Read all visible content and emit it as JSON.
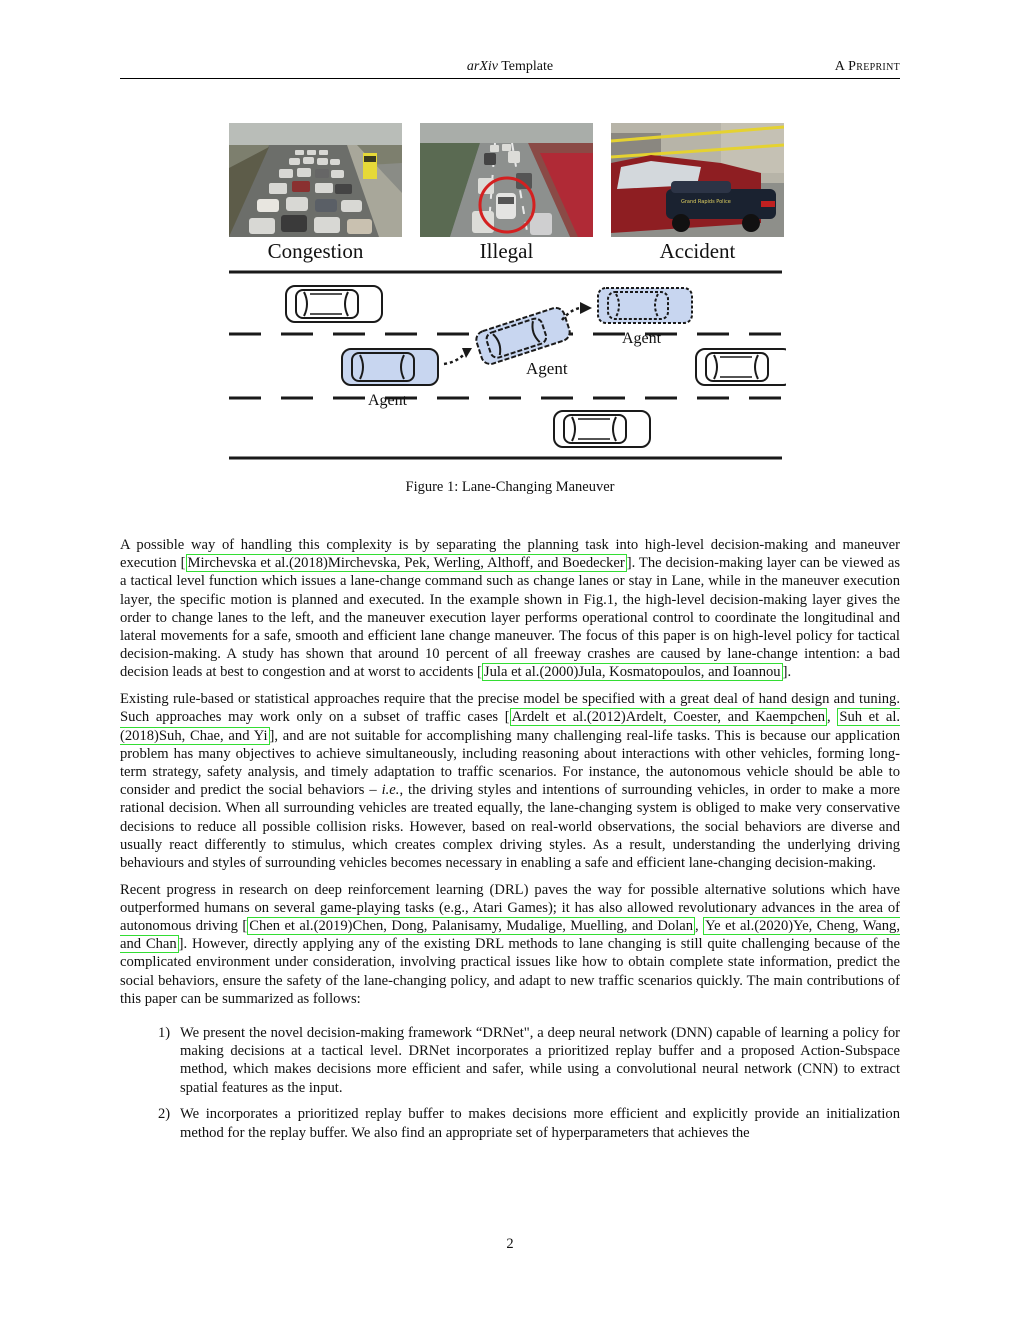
{
  "header": {
    "title_italic": "arXiv",
    "title_rest": " Template",
    "right": "A Preprint"
  },
  "figure": {
    "photo_labels": [
      "Congestion",
      "Illegal",
      "Accident"
    ],
    "agent_labels": [
      "Agent",
      "Agent",
      "Agent"
    ],
    "caption": "Figure 1: Lane-Changing Maneuver",
    "colors": {
      "agent_fill": "#c8d6f0",
      "car_stroke": "#1a1a1a",
      "circle": "#d42020"
    }
  },
  "body": {
    "p1": {
      "a": "A possible way of handling this complexity is by separating the planning task into high-level decision-making and maneuver execution [",
      "cite1": "Mirchevska et al.(2018)Mirchevska, Pek, Werling, Althoff, and Boedecker",
      "b": "]. The decision-making layer can be viewed as a tactical level function which issues a lane-change command such as change lanes or stay in Lane, while in the maneuver execution layer, the specific motion is planned and executed. In the example shown in Fig.1, the high-level decision-making layer gives the order to change lanes to the left, and the maneuver execution layer performs operational control to coordinate the longitudinal and lateral movements for a safe, smooth and efficient lane change maneuver. The focus of this paper is on high-level policy for tactical decision-making. A study has shown that around 10 percent of all freeway crashes are caused by lane-change intention: a bad decision leads at best to congestion and at worst to accidents [",
      "cite2": "Jula et al.(2000)Jula, Kosmatopoulos, and Ioannou",
      "c": "]."
    },
    "p2": {
      "a": "Existing rule-based or statistical approaches require that the precise model be specified with a great deal of hand design and tuning.  Such approaches may work only on a subset of traffic cases [",
      "cite1": "Ardelt et al.(2012)Ardelt, Coester, and Kaempchen",
      "b": ", ",
      "cite2": "Suh et al.(2018)Suh, Chae, and Yi",
      "c": "], and are not suitable for accomplishing many challenging real-life tasks. This is because our application problem has many objectives to achieve simultaneously, including reasoning about interactions with other vehicles, forming long-term strategy, safety analysis, and timely adaptation to traffic scenarios. For instance, the autonomous vehicle should be able to consider and predict the social behaviors – ",
      "ie": "i.e.",
      "d": ", the driving styles and intentions of surrounding vehicles, in order to make a more rational decision. When all surrounding vehicles are treated equally, the lane-changing system is obliged to make very conservative decisions to reduce all possible collision risks. However, based on real-world observations, the social behaviors are diverse and usually react differently to stimulus, which creates complex driving styles. As a result, understanding the underlying driving behaviours and styles of surrounding vehicles becomes necessary in enabling a safe and efficient lane-changing decision-making."
    },
    "p3": {
      "a": "Recent progress in research on deep reinforcement learning (DRL) paves the way for possible alternative solutions which have outperformed humans on several game-playing tasks (e.g., Atari Games); it has also allowed revolutionary advances in the area of autonomous driving [",
      "cite1": "Chen et al.(2019)Chen, Dong, Palanisamy, Mudalige, Muelling, and Dolan",
      "b": ", ",
      "cite2": "Ye et al.(2020)Ye, Cheng, Wang, and Chan",
      "c": "].  However, directly applying any of the existing DRL methods to lane changing is still quite challenging because of the complicated environment under consideration, involving practical issues like how to obtain complete state information, predict the social behaviors, ensure the safety of the lane-changing policy, and adapt to new traffic scenarios quickly. The main contributions of this paper can be summarized as follows:"
    },
    "contributions": [
      {
        "num": "1)",
        "text": "We present the novel decision-making framework “DRNet\", a deep neural network (DNN) capable of learning a policy for making decisions at a tactical level. DRNet incorporates a prioritized replay buffer and a proposed Action-Subspace method, which makes decisions more efficient and safer, while using a convolutional neural network (CNN) to extract spatial features as the input."
      },
      {
        "num": "2)",
        "text": "We incorporates a prioritized replay buffer to makes decisions more efficient and explicitly provide an initialization method for the replay buffer. We also find an appropriate set of hyperparameters that achieves the"
      }
    ]
  },
  "page_number": "2"
}
